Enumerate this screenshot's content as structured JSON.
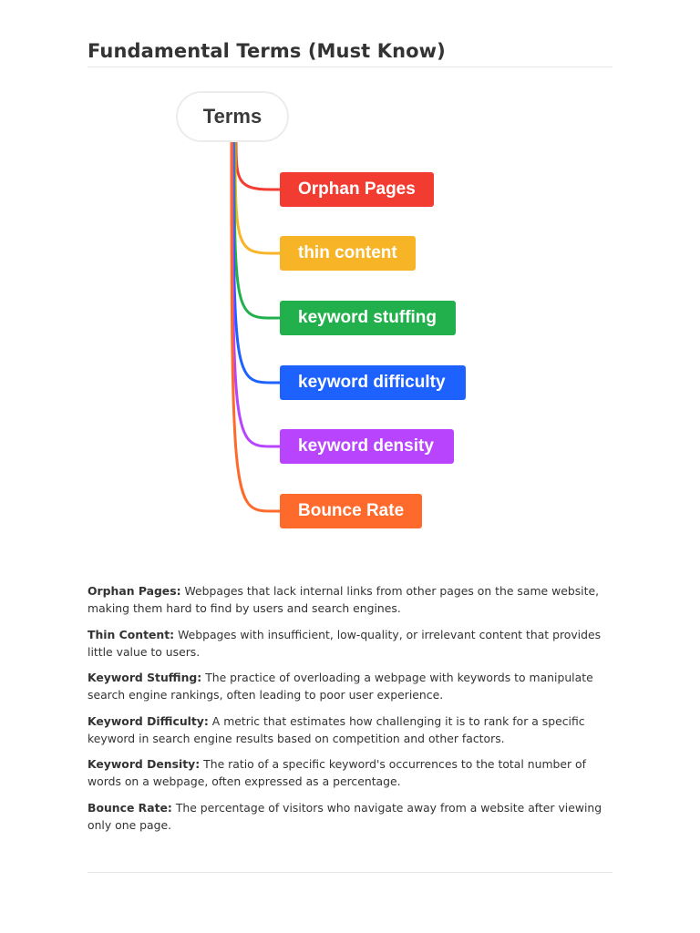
{
  "page": {
    "title": "Fundamental Terms (Must Know)"
  },
  "mindmap": {
    "root": "Terms",
    "branches": [
      {
        "label": "Orphan Pages",
        "color": "#f33c31"
      },
      {
        "label": "thin content",
        "color": "#f8b427"
      },
      {
        "label": "keyword stuffing",
        "color": "#21b04b"
      },
      {
        "label": "keyword difficulty",
        "color": "#1d62ff"
      },
      {
        "label": "keyword density",
        "color": "#b845fd"
      },
      {
        "label": "Bounce Rate",
        "color": "#fe6a2c"
      }
    ]
  },
  "definitions": [
    {
      "term": "Orphan Pages:",
      "text": "Webpages that lack internal links from other pages on the same website, making them hard to find by users and search engines."
    },
    {
      "term": "Thin Content:",
      "text": "Webpages with insufficient, low-quality, or irrelevant content that provides little value to users."
    },
    {
      "term": "Keyword Stuffing:",
      "text": "The practice of overloading a webpage with keywords to manipulate search engine rankings, often leading to poor user experience."
    },
    {
      "term": "Keyword Difficulty:",
      "text": "A metric that estimates how challenging it is to rank for a specific keyword in search engine results based on competition and other factors."
    },
    {
      "term": "Keyword Density:",
      "text": "The ratio of a specific keyword's occurrences to the total number of words on a webpage, often expressed as a percentage."
    },
    {
      "term": "Bounce Rate:",
      "text": "The percentage of visitors who navigate away from a website after viewing only one page."
    }
  ]
}
